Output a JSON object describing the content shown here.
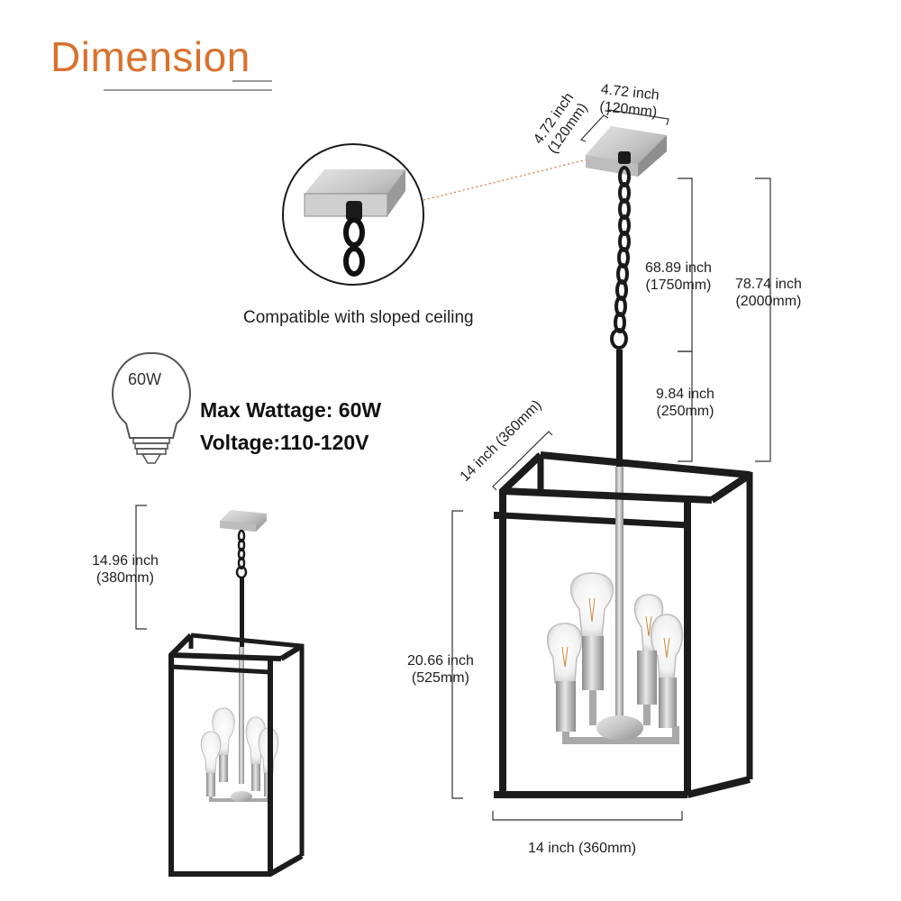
{
  "heading": "Dimension",
  "bulb": {
    "label": "60W"
  },
  "specs": {
    "max_wattage": "Max Wattage: 60W",
    "voltage": "Voltage:110-120V"
  },
  "ceiling_caption": "Compatible with sloped ceiling",
  "canopy": {
    "width": {
      "inch": "4.72 inch",
      "mm": "(120mm)"
    },
    "depth": {
      "inch": "4.72 inch",
      "mm": "(120mm)"
    }
  },
  "chain_length": {
    "inch": "68.89 inch",
    "mm": "(1750mm)"
  },
  "total_height": {
    "inch": "78.74 inch",
    "mm": "(2000mm)"
  },
  "rod_length": {
    "inch": "9.84 inch",
    "mm": "(250mm)"
  },
  "cage_depth": "14 inch (360mm)",
  "cage_height": {
    "inch": "20.66 inch",
    "mm": "(525mm)"
  },
  "cage_width": "14 inch (360mm)",
  "min_height": {
    "inch": "14.96 inch",
    "mm": "(380mm)"
  },
  "colors": {
    "accent": "#d9722e",
    "frame": "#1c1c1c",
    "nickel": "#b9b9b9"
  }
}
